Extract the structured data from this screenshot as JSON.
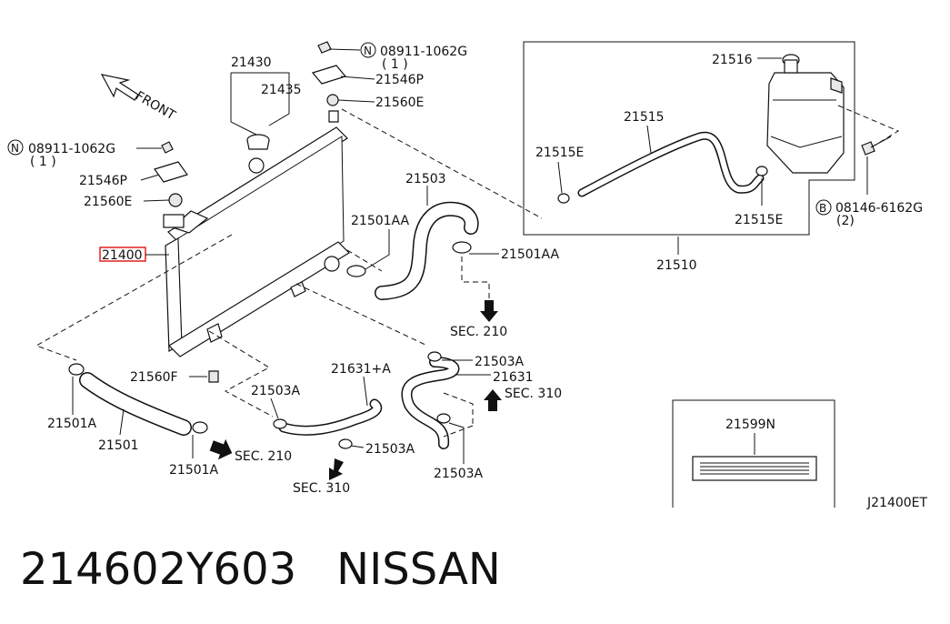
{
  "front_label": "FRONT",
  "callouts": {
    "c21430": "21430",
    "c21435": "21435",
    "n_symbol": "N",
    "b_symbol": "B",
    "nut_top_pn": "08911-1062G",
    "nut_top_qty": "( 1 )",
    "c21546p_top": "21546P",
    "c21560e_top": "21560E",
    "nut_left_pn": "08911-1062G",
    "nut_left_qty": "( 1 )",
    "c21546p_left": "21546P",
    "c21560e_left": "21560E",
    "c21400": "21400",
    "c21503": "21503",
    "c21501aa_a": "21501AA",
    "c21501aa_b": "21501AA",
    "sec210_a": "SEC. 210",
    "c21503a_a": "21503A",
    "c21631": "21631",
    "sec310_a": "SEC. 310",
    "c21631a": "21631+A",
    "c21503a_b": "21503A",
    "c21503a_c": "21503A",
    "c21503a_d": "21503A",
    "sec310_b": "SEC. 310",
    "c21560f": "21560F",
    "c21501a_a": "21501A",
    "c21501": "21501",
    "c21501a_b": "21501A",
    "sec210_b": "SEC. 210",
    "c21516": "21516",
    "c21515": "21515",
    "c21515e_a": "21515E",
    "c21515e_b": "21515E",
    "bolt_pn": "08146-6162G",
    "bolt_qty": "(2)",
    "c21510": "21510",
    "c21599n": "21599N",
    "diagram_id": "J21400ET"
  },
  "footer": {
    "part_number": "214602Y603",
    "brand": "NISSAN"
  }
}
